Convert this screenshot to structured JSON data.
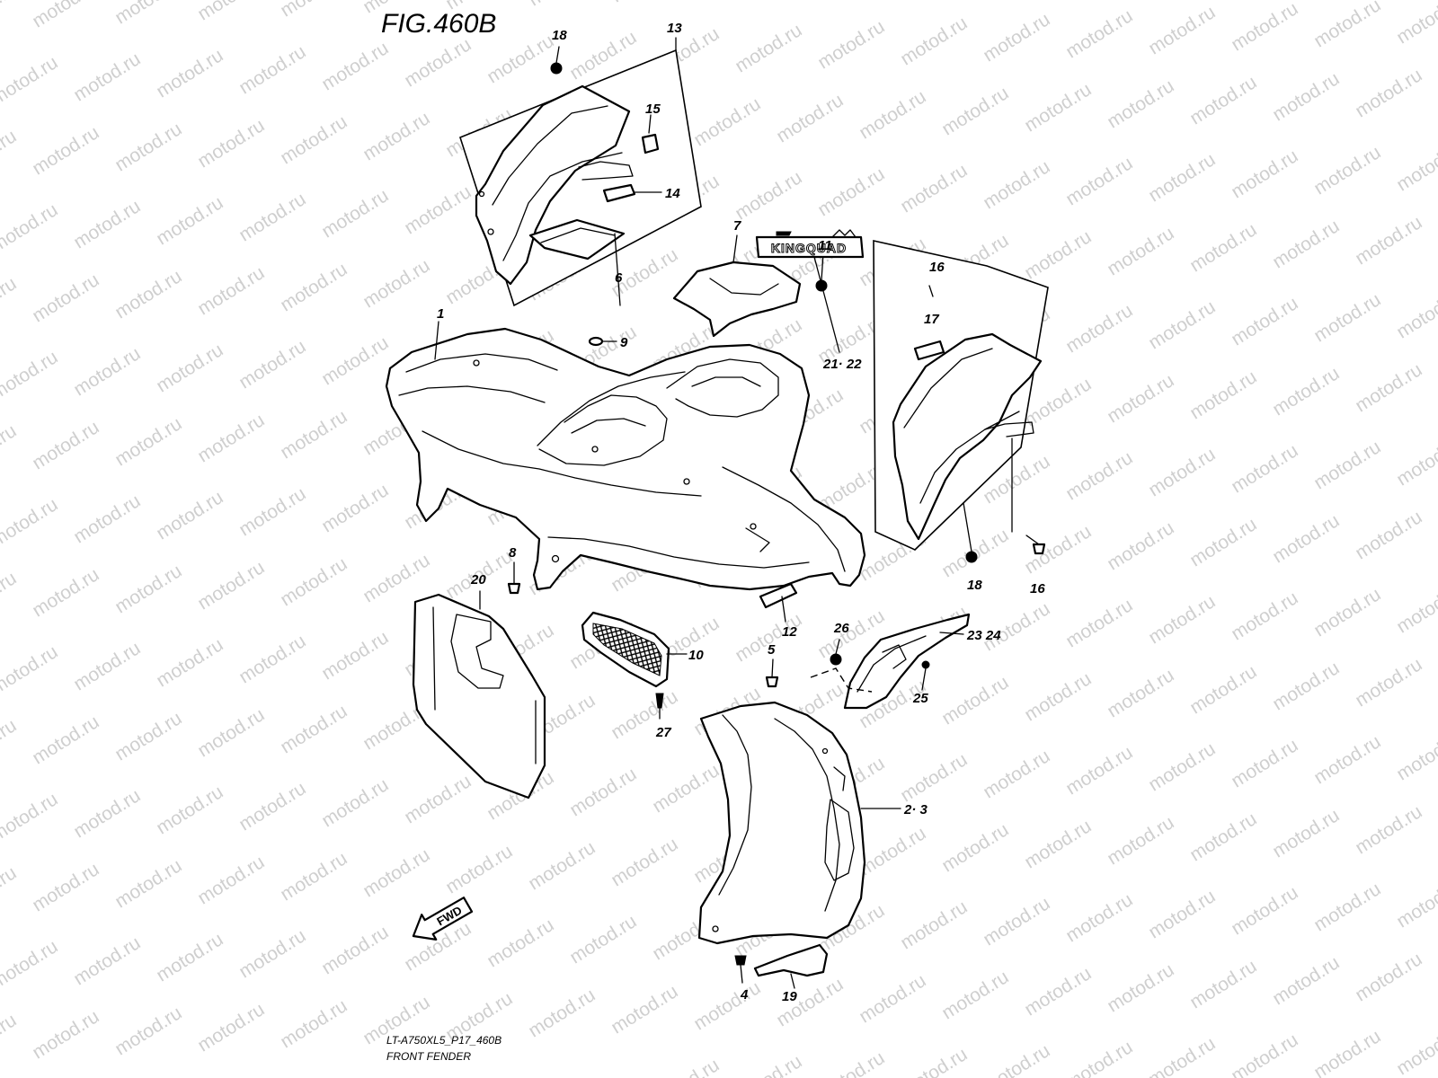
{
  "figure": {
    "title": "FIG.460B",
    "model_code": "LT-A750XL5_P17_460B",
    "section_name": "FRONT FENDER"
  },
  "watermark": {
    "text": "motod.ru"
  },
  "emblem": {
    "text": "KINGQUAD"
  },
  "fwd_arrow": {
    "text": "FWD"
  },
  "callouts": {
    "c1": "1",
    "c2_3": "2· 3",
    "c4": "4",
    "c5": "5",
    "c6": "6",
    "c7": "7",
    "c8": "8",
    "c9": "9",
    "c10": "10",
    "c11": "11",
    "c12": "12",
    "c13": "13",
    "c14": "14",
    "c15": "15",
    "c16_top": "16",
    "c16_bottom": "16",
    "c17": "17",
    "c18_top": "18",
    "c18_bottom": "18",
    "c19": "19",
    "c20": "20",
    "c21_22": "21· 22",
    "c23_24": "23 24",
    "c25": "25",
    "c26": "26",
    "c27": "27"
  }
}
